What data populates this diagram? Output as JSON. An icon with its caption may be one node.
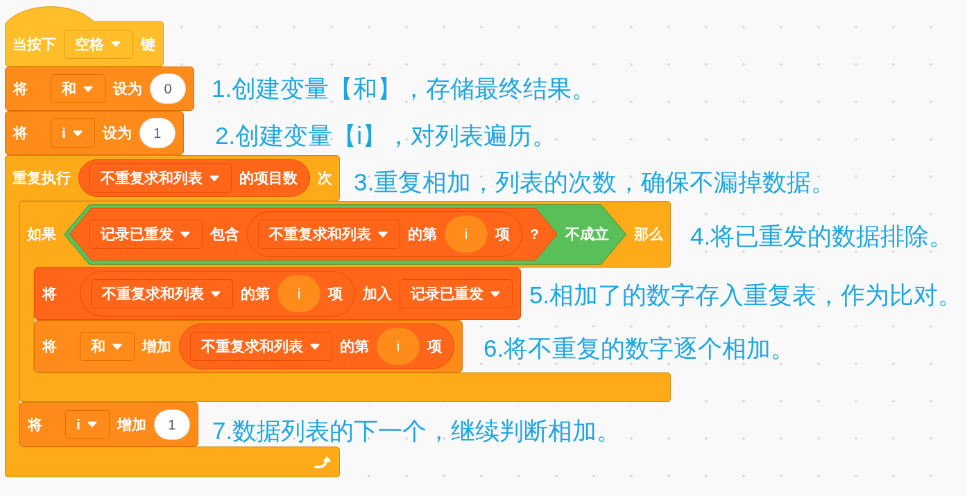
{
  "diagram": {
    "nodes": [
      {
        "text": [
          "当按下",
          "键"
        ]
      },
      {
        "text": [
          "空格"
        ],
        "in": 0
      },
      {
        "text": [
          "将",
          "设为"
        ]
      },
      {
        "text": [
          "和"
        ],
        "in": 2
      },
      {
        "text": [
          "0"
        ],
        "in": 2
      },
      {
        "text": [
          "将",
          "设为"
        ]
      },
      {
        "text": [
          "i"
        ],
        "in": 5
      },
      {
        "text": [
          "1"
        ],
        "in": 5
      },
      {
        "text": [
          "重复执行",
          "次"
        ]
      },
      {
        "text": [
          "的项目数"
        ],
        "in": 8
      },
      {
        "text": [
          "不重复求和列表"
        ],
        "in": 9
      },
      {
        "text": [
          "如果",
          "那么"
        ]
      },
      {
        "text": [
          "不成立"
        ],
        "in": 11
      },
      {
        "text": [
          "包含",
          "?"
        ],
        "in": 12
      },
      {
        "text": [
          "记录已重发"
        ],
        "in": 13
      },
      {
        "text": [
          "的第",
          "项"
        ],
        "in": 13
      },
      {
        "text": [
          "不重复求和列表"
        ],
        "in": 15
      },
      {
        "text": [
          "i"
        ],
        "in": 15
      },
      {
        "text": [
          "将",
          "加入"
        ],
        "in": 11
      },
      {
        "text": [
          "的第",
          "项"
        ],
        "in": 18
      },
      {
        "text": [
          "不重复求和列表"
        ],
        "in": 19
      },
      {
        "text": [
          "i"
        ],
        "in": 19
      },
      {
        "text": [
          "记录已重发"
        ],
        "in": 18
      },
      {
        "text": [
          "将",
          "增加"
        ],
        "in": 11
      },
      {
        "text": [
          "和"
        ],
        "in": 23
      },
      {
        "text": [
          "的第",
          "项"
        ],
        "in": 23
      },
      {
        "text": [
          "不重复求和列表"
        ],
        "in": 25
      },
      {
        "text": [
          "i"
        ],
        "in": 25
      },
      {
        "text": [
          "将",
          "增加"
        ],
        "in": 8
      },
      {
        "text": [
          "i"
        ],
        "in": 28
      },
      {
        "text": [
          "1"
        ],
        "in": 28
      }
    ],
    "labels": [
      "1.创建变量【和】，存储最终结果。",
      "2.创建变量【i】，对列表遍历。",
      "3.重复相加，列表的次数，确保不漏掉数据。",
      "4.将已重发的数据排除。",
      "5.相加了的数字存入重复表，作为比对。",
      "6.将不重复的数字逐个相加。",
      "7.数据列表的下一个，继续判断相加。"
    ]
  }
}
